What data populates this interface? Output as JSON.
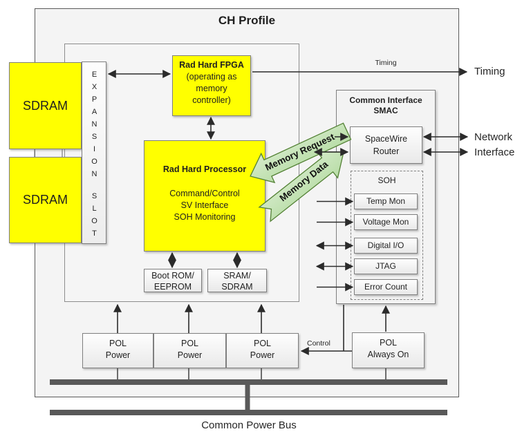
{
  "title": "CH Profile",
  "colors": {
    "yellow": "#ffff00",
    "green_fill": "#a9d18e",
    "green_border": "#538135",
    "bus_bar": "#595959"
  },
  "sdram_top": {
    "label": "SDRAM"
  },
  "sdram_bottom": {
    "label": "SDRAM"
  },
  "expansion_slot": {
    "word1": "EXPANSION",
    "word2": "SLOT"
  },
  "fpga": {
    "title": "Rad Hard FPGA",
    "sub": [
      "(operating as",
      "memory",
      "controller)"
    ]
  },
  "processor": {
    "title": "Rad Hard Processor",
    "lines": [
      "Command/Control",
      "SV Interface",
      "SOH Monitoring"
    ]
  },
  "boot_rom": {
    "lines": [
      "Boot ROM/",
      "EEPROM"
    ]
  },
  "sram": {
    "lines": [
      "SRAM/",
      "SDRAM"
    ]
  },
  "smac": {
    "title_lines": [
      "Common Interface",
      "SMAC"
    ]
  },
  "spacewire_router": {
    "lines": [
      "SpaceWire",
      "Router"
    ]
  },
  "soh": {
    "title": "SOH",
    "items": [
      {
        "label": "Temp Mon",
        "direction": "in"
      },
      {
        "label": "Voltage Mon",
        "direction": "in"
      },
      {
        "label": "Digital I/O",
        "direction": "bidirectional"
      },
      {
        "label": "JTAG",
        "direction": "bidirectional"
      },
      {
        "label": "Error Count",
        "direction": "in"
      }
    ]
  },
  "pol_power": [
    {
      "line1": "POL",
      "line2": "Power"
    },
    {
      "line1": "POL",
      "line2": "Power"
    },
    {
      "line1": "POL",
      "line2": "Power"
    }
  ],
  "pol_always_on": {
    "line1": "POL",
    "line2": "Always On"
  },
  "labels": {
    "timing_inline": "Timing",
    "timing_external": "Timing",
    "network": "Network",
    "interface": "Interface",
    "memory_request": "Memory Request",
    "memory_data": "Memory Data",
    "control": "Control",
    "common_power_bus": "Common Power Bus"
  }
}
